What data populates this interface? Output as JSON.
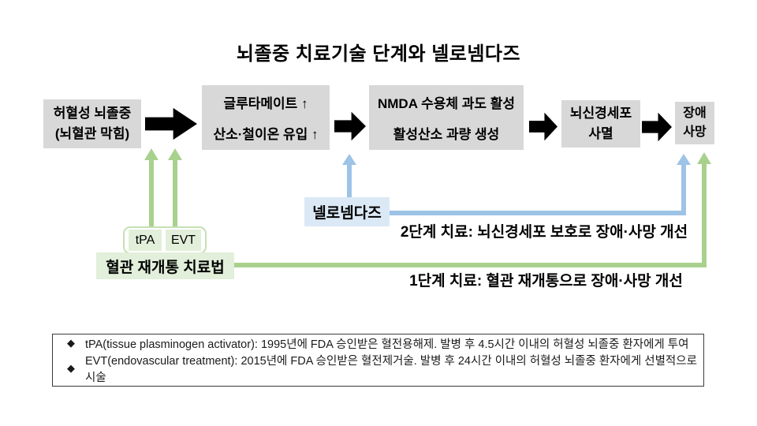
{
  "title": "뇌졸중 치료기술 단계와 넬로넴다즈",
  "flow": {
    "box1": {
      "line1": "허혈성 뇌졸중",
      "line2": "(뇌혈관 막힘)"
    },
    "box2": {
      "line1": "글루타메이트 ↑",
      "line2": "산소·철이온 유입 ↑"
    },
    "box3": {
      "line1": "NMDA 수용체 과도 활성",
      "line2": "활성산소 과량 생성"
    },
    "box4": {
      "line1": "뇌신경세포",
      "line2": "사멸"
    },
    "box5": {
      "line1": "장애",
      "line2": "사망"
    }
  },
  "treatment2": {
    "drug_label": "넬로넴다즈",
    "caption": "2단계 치료: 뇌신경세포 보호로 장애·사망 개선",
    "color": "#9dc3e6",
    "fill": "#dbe9f6"
  },
  "treatment1": {
    "tpa_label": "tPA",
    "evt_label": "EVT",
    "method_label": "혈관 재개통 치료법",
    "caption": "1단계 치료: 혈관 재개통으로 장애·사망 개선",
    "color": "#a9d18e",
    "fill": "#e2efda"
  },
  "footnotes": {
    "bullet": "◆",
    "items": [
      "tPA(tissue plasminogen activator): 1995년에 FDA 승인받은 혈전용해제. 발병 후 4.5시간 이내의 허혈성 뇌졸중 환자에게 투여",
      "EVT(endovascular treatment): 2015년에 FDA 승인받은 혈전제거술. 발병 후 24시간 이내의 허혈성 뇌졸중 환자에게 선별적으로 시술"
    ]
  },
  "colors": {
    "box_gray": "#d8d8d8",
    "arrow_black": "#000000"
  }
}
